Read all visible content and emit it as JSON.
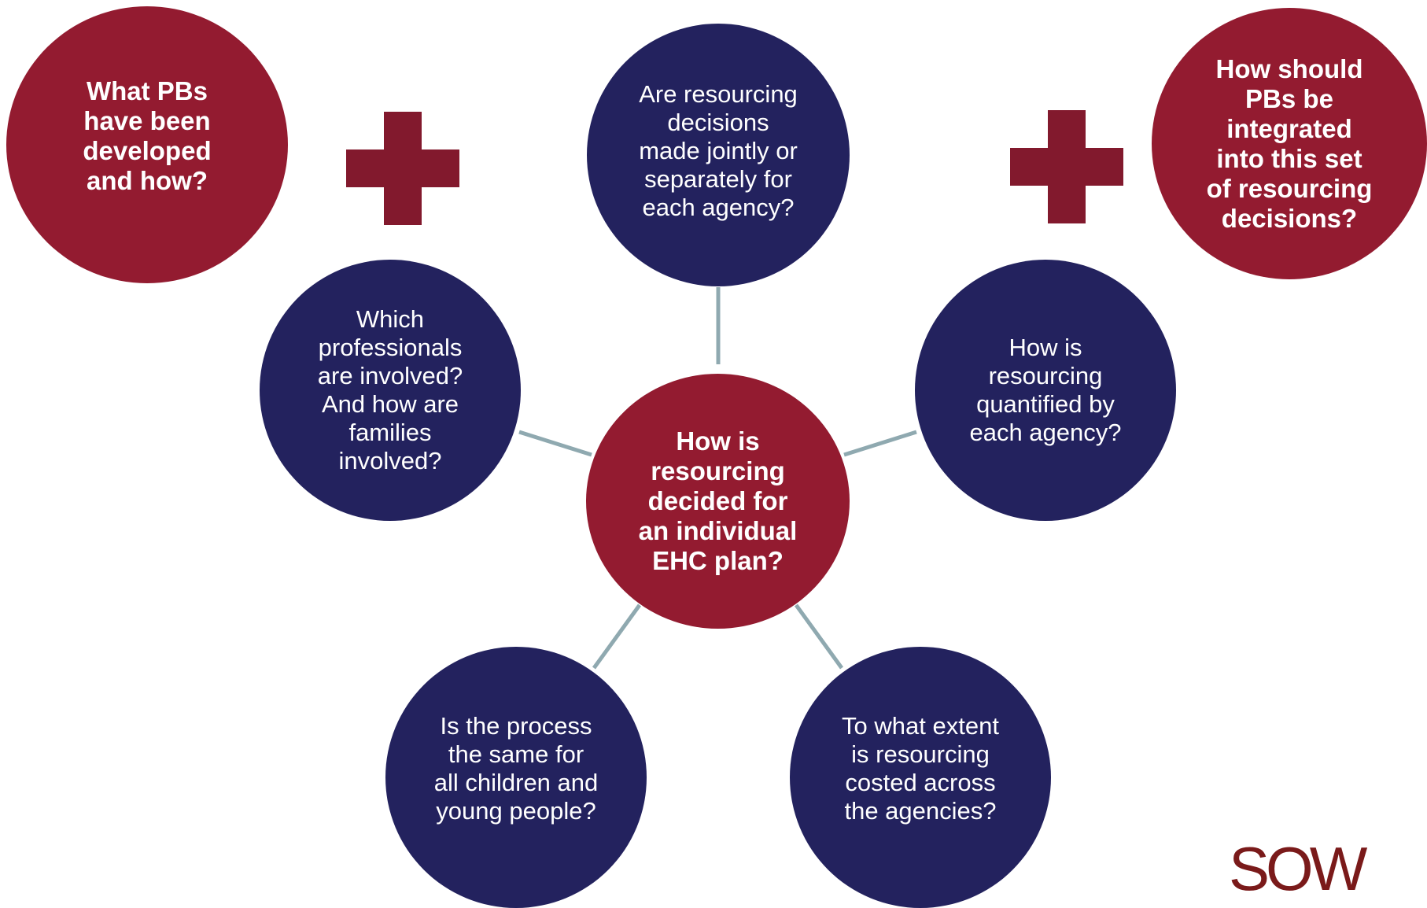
{
  "diagram": {
    "center": "How is\nresourcing\ndecided for\nan individual\nEHC plan?",
    "satellites": [
      "Are resourcing\ndecisions\nmade jointly or\nseparately for\neach agency?",
      "Which\nprofessionals\nare involved?\nAnd how are\nfamilies\ninvolved?",
      "How is\nresourcing\nquantified by\neach agency?",
      "Is the process\nthe same for\nall children and\nyoung people?",
      "To what extent\nis resourcing\ncosted across\nthe agencies?"
    ],
    "corner_left": "What PBs\nhave been\ndeveloped\nand how?",
    "corner_right": "How should\nPBs be\nintegrated\ninto this set\nof resourcing\ndecisions?"
  },
  "logo": "SOW",
  "colors": {
    "navy": "#23225e",
    "red": "#931b30",
    "plus": "#82192d",
    "connector": "#8fa9b0",
    "logo": "#7a1a1a"
  },
  "icons": {
    "plus_left": "plus-icon",
    "plus_right": "plus-icon"
  }
}
